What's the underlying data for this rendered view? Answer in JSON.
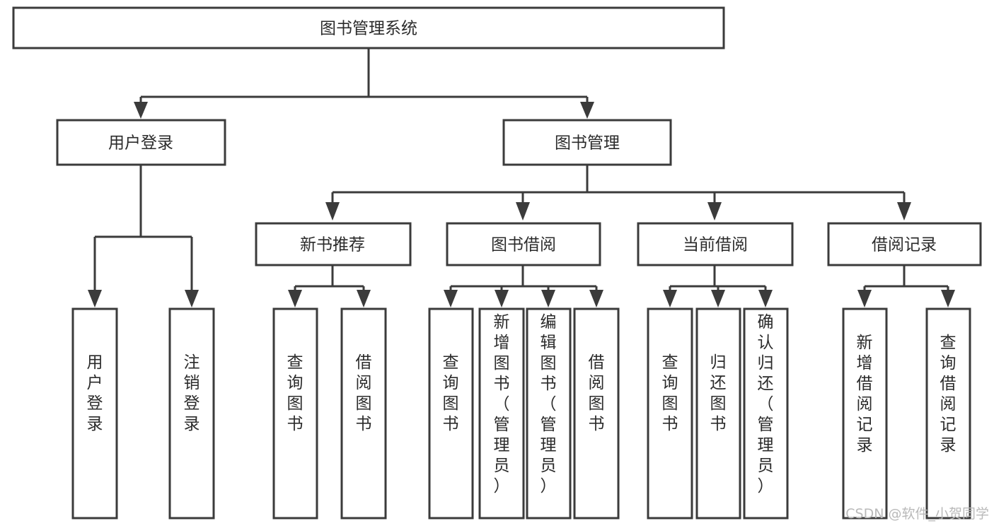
{
  "diagram": {
    "title": "图书管理系统",
    "type": "hierarchy-tree",
    "orientation": "top-down",
    "colors": {
      "stroke": "#3b3b3b",
      "fill": "#ffffff",
      "text": "#2b2b2b",
      "watermark": "#b9b9b9",
      "background": "#ffffff"
    },
    "levels": [
      {
        "level": 1,
        "nodes": [
          {
            "id": "root",
            "label": "图书管理系统",
            "orientation": "horizontal"
          }
        ]
      },
      {
        "level": 2,
        "nodes": [
          {
            "id": "user-login",
            "label": "用户登录",
            "orientation": "horizontal",
            "parent": "root"
          },
          {
            "id": "book-manage",
            "label": "图书管理",
            "orientation": "horizontal",
            "parent": "root"
          }
        ]
      },
      {
        "level": 3,
        "nodes": [
          {
            "id": "new-book-rec",
            "label": "新书推荐",
            "orientation": "horizontal",
            "parent": "book-manage"
          },
          {
            "id": "book-borrow",
            "label": "图书借阅",
            "orientation": "horizontal",
            "parent": "book-manage"
          },
          {
            "id": "current-borrow",
            "label": "当前借阅",
            "orientation": "horizontal",
            "parent": "book-manage"
          },
          {
            "id": "borrow-record",
            "label": "借阅记录",
            "orientation": "horizontal",
            "parent": "book-manage"
          }
        ]
      },
      {
        "level": 4,
        "nodes": [
          {
            "id": "leaf-1",
            "label": "用户登录",
            "orientation": "vertical",
            "parent": "user-login"
          },
          {
            "id": "leaf-2",
            "label": "注销登录",
            "orientation": "vertical",
            "parent": "user-login"
          },
          {
            "id": "leaf-3",
            "label": "查询图书",
            "orientation": "vertical",
            "parent": "new-book-rec"
          },
          {
            "id": "leaf-4",
            "label": "借阅图书",
            "orientation": "vertical",
            "parent": "new-book-rec"
          },
          {
            "id": "leaf-5",
            "label": "查询图书",
            "orientation": "vertical",
            "parent": "book-borrow"
          },
          {
            "id": "leaf-6",
            "label": "新增图书（管理员）",
            "orientation": "vertical",
            "parent": "book-borrow"
          },
          {
            "id": "leaf-7",
            "label": "编辑图书（管理员）",
            "orientation": "vertical",
            "parent": "book-borrow"
          },
          {
            "id": "leaf-8",
            "label": "借阅图书",
            "orientation": "vertical",
            "parent": "book-borrow"
          },
          {
            "id": "leaf-9",
            "label": "查询图书",
            "orientation": "vertical",
            "parent": "current-borrow"
          },
          {
            "id": "leaf-10",
            "label": "归还图书",
            "orientation": "vertical",
            "parent": "current-borrow"
          },
          {
            "id": "leaf-11",
            "label": "确认归还（管理员）",
            "orientation": "vertical",
            "parent": "current-borrow"
          },
          {
            "id": "leaf-12",
            "label": "新增借阅记录",
            "orientation": "vertical",
            "parent": "borrow-record"
          },
          {
            "id": "leaf-13",
            "label": "查询借阅记录",
            "orientation": "vertical",
            "parent": "borrow-record"
          }
        ]
      }
    ]
  },
  "watermark": {
    "text": "CSDN @软件_小贺同学"
  }
}
